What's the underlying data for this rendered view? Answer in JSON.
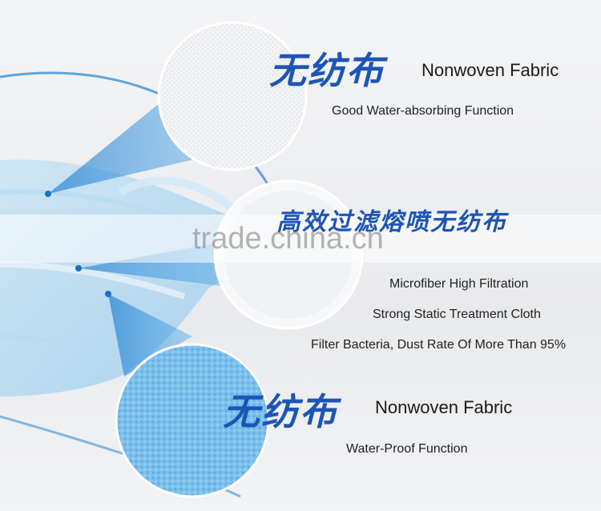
{
  "sections": [
    {
      "heading_cn": "无纺布",
      "heading_en": "Nonwoven Fabric",
      "lines": [
        "Good Water-absorbing Function"
      ]
    },
    {
      "heading_cn": "高效过滤熔喷无纺布",
      "heading_en": "",
      "lines": [
        "Microfiber High Filtration",
        "Strong Static Treatment Cloth",
        "Filter Bacteria, Dust Rate Of More Than 95%"
      ]
    },
    {
      "heading_cn": "无纺布",
      "heading_en": "Nonwoven Fabric",
      "lines": [
        "Water-Proof Function"
      ]
    }
  ],
  "watermark": "trade.china.cn",
  "colors": {
    "accent_blue": "#1d55b5",
    "beam_blue": "#2f8fd6",
    "ring_blue": "#3b8fd8"
  }
}
